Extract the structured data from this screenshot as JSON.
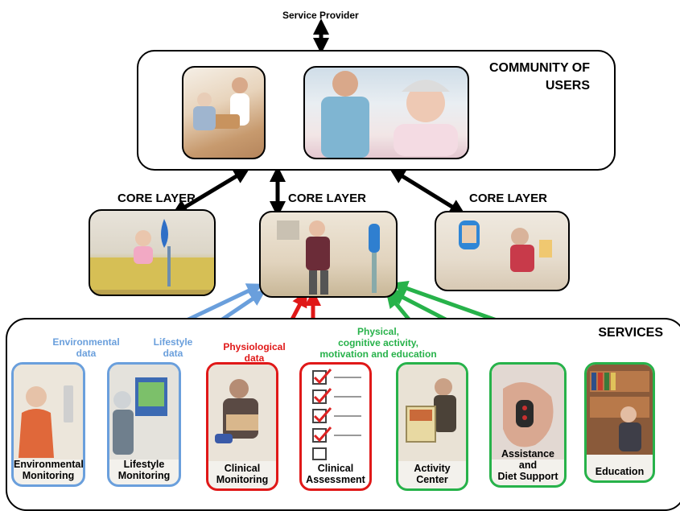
{
  "provider": {
    "label": "Service Provider"
  },
  "community": {
    "title_line1": "COMMUNITY OF",
    "title_line2": "USERS"
  },
  "core_layers": [
    {
      "label": "CORE LAYER"
    },
    {
      "label": "CORE LAYER"
    },
    {
      "label": "CORE LAYER"
    }
  ],
  "services": {
    "title": "SERVICES",
    "captions": {
      "environmental": {
        "line1": "Environmental",
        "line2": "data",
        "color": "#6a9fdc"
      },
      "lifestyle": {
        "line1": "Lifestyle",
        "line2": "data",
        "color": "#6a9fdc"
      },
      "physiological": {
        "line1": "Physiological",
        "line2": "data",
        "color": "#e01818"
      },
      "physical": {
        "line1": "Physical,",
        "line2": "cognitive activity,",
        "line3": "motivation and education",
        "color": "#27b24a"
      }
    },
    "items": [
      {
        "line1": "Environmental",
        "line2": "Monitoring"
      },
      {
        "line1": "Lifestyle",
        "line2": "Monitoring"
      },
      {
        "line1": "Clinical",
        "line2": "Monitoring"
      },
      {
        "line1": "Clinical",
        "line2": "Assessment"
      },
      {
        "line1": "Activity",
        "line2": "Center"
      },
      {
        "line1": "Assistance and",
        "line2": "Diet Support"
      },
      {
        "line1": "Education",
        "line2": ""
      }
    ]
  },
  "colors": {
    "blue": "#6a9fdc",
    "red": "#e01818",
    "green": "#27b24a",
    "black": "#000000"
  }
}
